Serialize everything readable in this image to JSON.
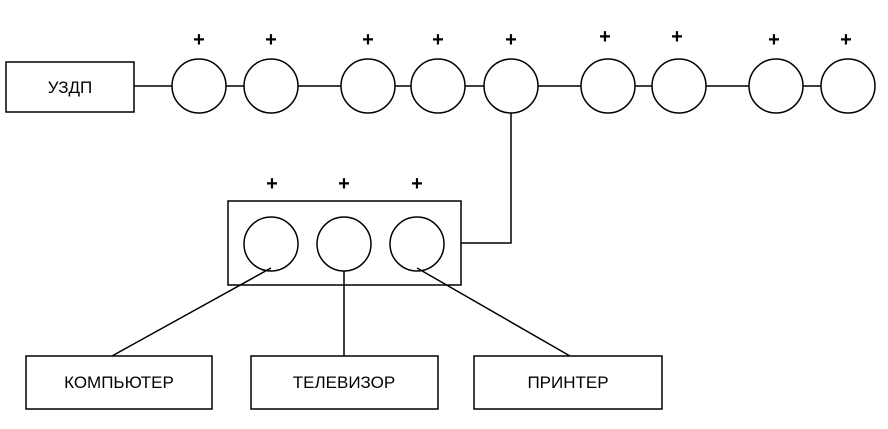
{
  "diagram": {
    "source_label": "УЗДП",
    "plus_sign": "+",
    "devices": {
      "computer": "КОМПЬЮТЕР",
      "tv": "ТЕЛЕВИЗОР",
      "printer": "ПРИНТЕР"
    }
  }
}
